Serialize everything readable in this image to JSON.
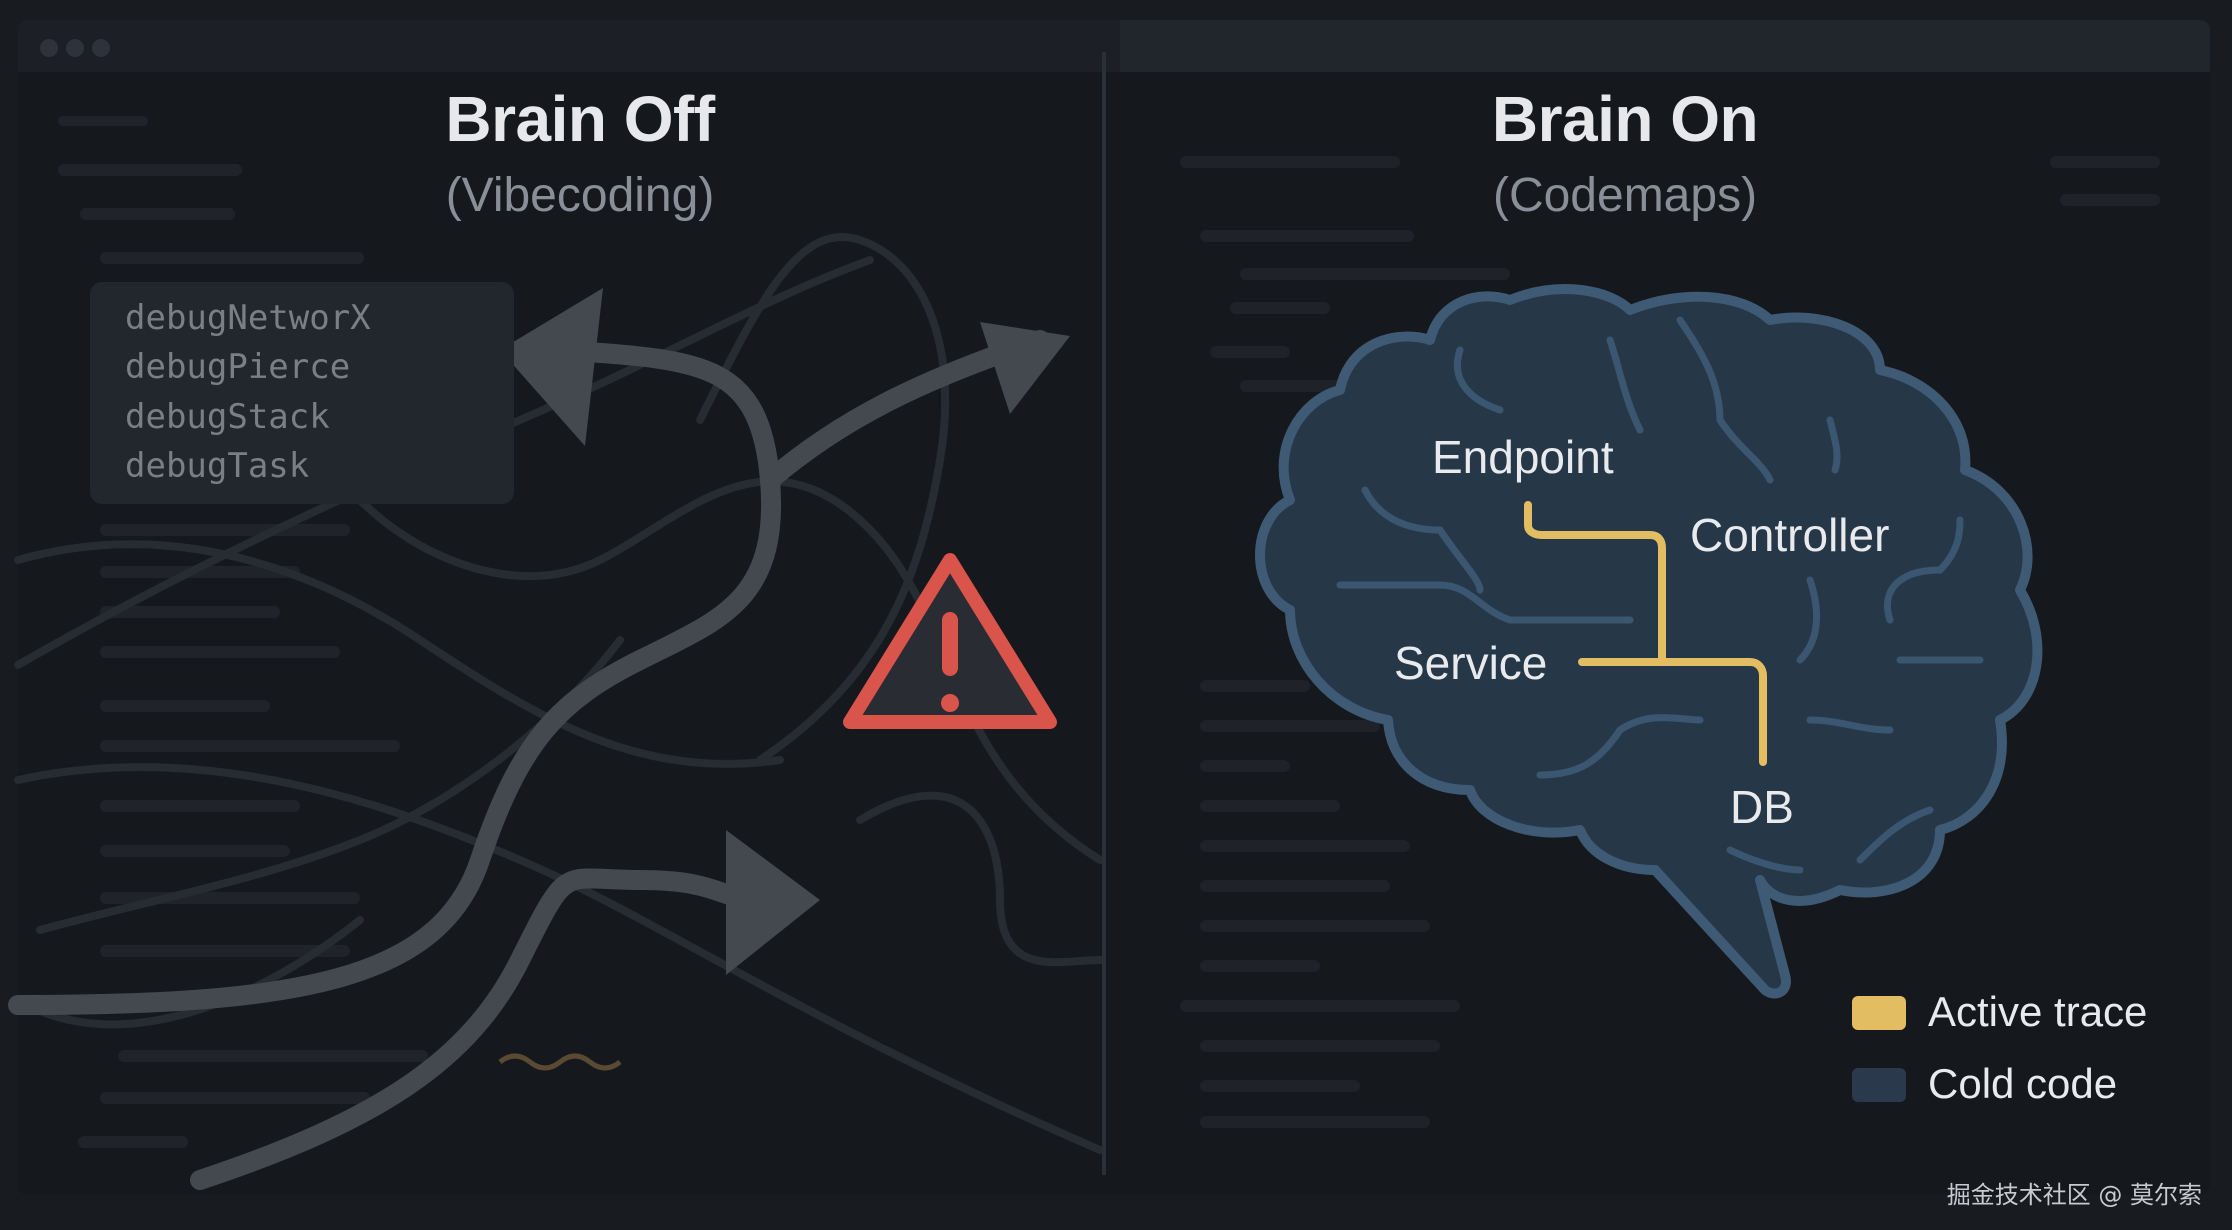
{
  "left_panel": {
    "title": "Brain Off",
    "subtitle": "(Vibecoding)",
    "functions": [
      "debugNetworX",
      "debugPierce",
      "debugStack",
      "debugTask"
    ],
    "warning_icon": "warning-triangle-icon"
  },
  "right_panel": {
    "title": "Brain On",
    "subtitle": "(Codemaps)",
    "brain_labels": {
      "endpoint": "Endpoint",
      "controller": "Controller",
      "service": "Service",
      "db": "DB"
    },
    "legend": [
      {
        "label": "Active trace",
        "color": "#e2bd62"
      },
      {
        "label": "Cold code",
        "color": "#2a3a4c"
      }
    ]
  },
  "colors": {
    "background": "#15181d",
    "brain_fill": "#263848",
    "brain_outline": "#3e5a74",
    "trace": "#e2bd62",
    "warning": "#d9544a",
    "arrow": "#444850"
  },
  "watermark": "掘金技术社区 @ 莫尔索"
}
